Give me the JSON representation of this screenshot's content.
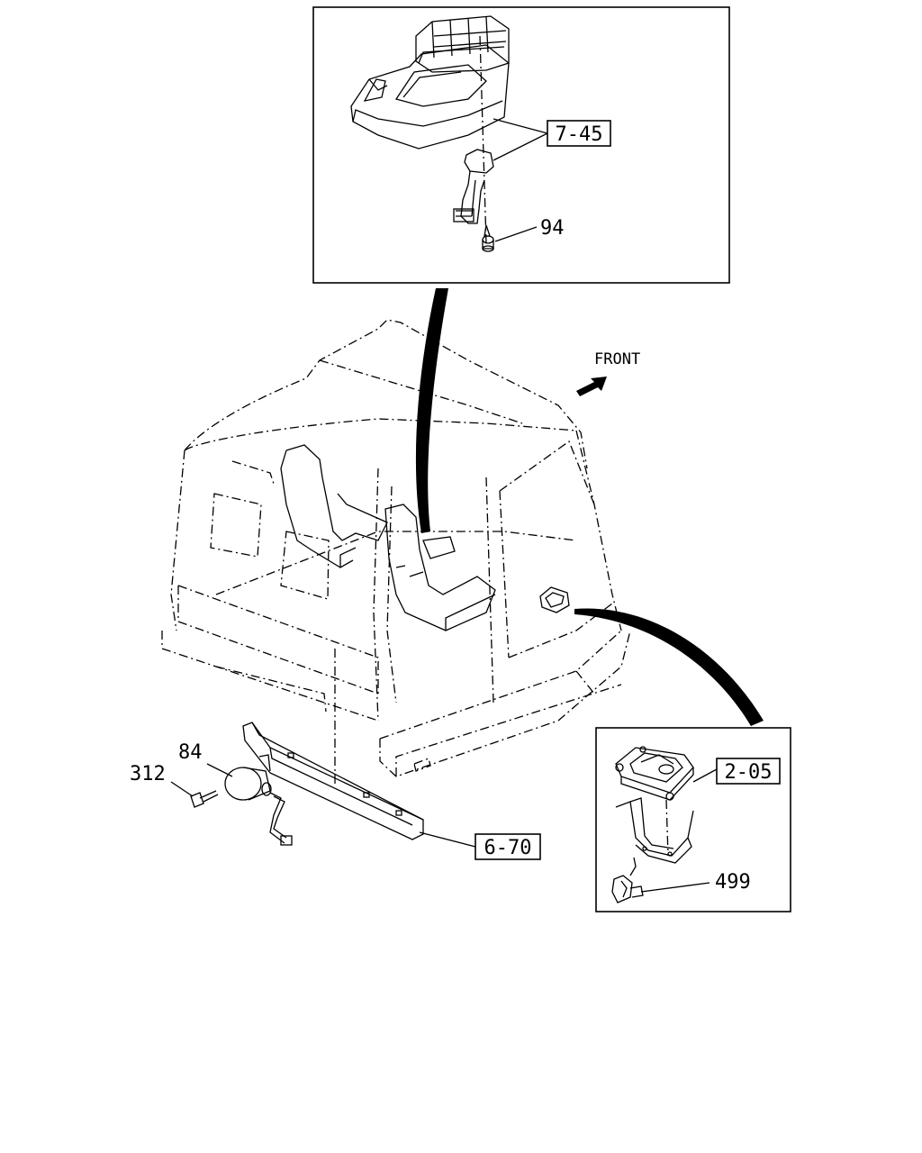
{
  "direction_label": "FRONT",
  "callouts": {
    "shift_lever_switch": "7-45",
    "screw_94": "94",
    "buzzer_84": "84",
    "bolt_312": "312",
    "bracket_6_70": "6-70",
    "control_unit": "2-05",
    "clip_499": "499"
  }
}
